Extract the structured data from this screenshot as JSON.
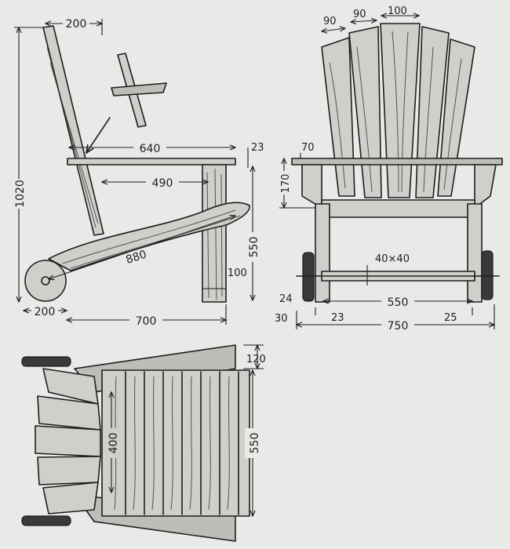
{
  "side_view": {
    "dims": {
      "back_offset": "200",
      "seat_depth": "640",
      "seat_thickness": "23",
      "height_total": "1020",
      "seat_inner": "490",
      "runner": "880",
      "leg_height": "550",
      "leg_width": "100",
      "wheel_offset": "200",
      "base_length": "700"
    }
  },
  "front_view": {
    "dims": {
      "slat_outer": "90",
      "slat_mid": "90",
      "slat_center": "100",
      "armrest": "70",
      "arm_height": "170",
      "rail_section": "40×40",
      "wheel_thick": "24",
      "hub": "30",
      "leg_thick": "23",
      "inner_width": "550",
      "leg_thick_right": "25",
      "total_width": "750"
    }
  },
  "top_view": {
    "dims": {
      "arm_overhang": "120",
      "seat_width": "400",
      "overall_depth": "550"
    }
  },
  "colors": {
    "paper": "#e9e9e7",
    "ink": "#1e1e1e",
    "wood": "#cfcfcc"
  }
}
